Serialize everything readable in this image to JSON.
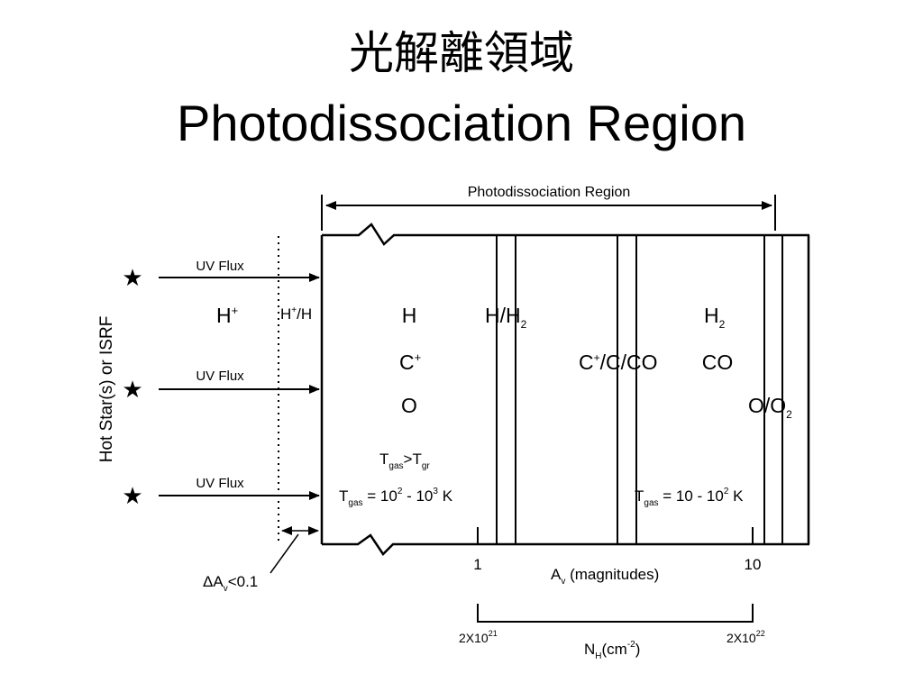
{
  "title": {
    "chinese": "光解離領域",
    "english": "Photodissociation Region"
  },
  "diagram": {
    "pdr_arrow_label": "Photodissociation Region",
    "source_axis_label": "Hot Star(s) or ISRF",
    "uv_flux_labels": [
      "UV Flux",
      "UV Flux",
      "UV Flux"
    ],
    "star_glyph": "★",
    "zones": {
      "h_plus": "H",
      "h_plus_sup": "+",
      "h_plus_h_prefix": "H",
      "h_plus_h_sup": "+",
      "h_plus_h_suffix": "/H",
      "h_atomic": "H",
      "c_plus_base": "C",
      "c_plus_sup": "+",
      "o_atomic": "O",
      "h_h2_prefix": "H/H",
      "h_h2_sub": "2",
      "c_c_co_prefix": "C",
      "c_c_co_sup": "+",
      "c_c_co_suffix": "/C/CO",
      "h2_base": "H",
      "h2_sub": "2",
      "co": "CO",
      "o_o2_prefix": "O/O",
      "o_o2_sub": "2"
    },
    "temperatures": {
      "tgas_gt_tgr": {
        "t": "T",
        "gas": "gas",
        "gt": ">T",
        "gr": "gr"
      },
      "hot": {
        "t": "T",
        "gas": "gas",
        "eq": " = 10",
        "exp1": "2",
        "dash": " - 10",
        "exp2": "3",
        "unit": " K"
      },
      "cold": {
        "t": "T",
        "gas": "gas",
        "eq": " = 10 - 10",
        "exp": "2",
        "unit": " K"
      }
    },
    "delta_av": {
      "delta": "ΔA",
      "sub": "v",
      "rest": "<0.1"
    },
    "av_axis": {
      "tick_1": "1",
      "tick_10": "10",
      "label_a": "A",
      "label_sub": "v",
      "label_rest": " (magnitudes)"
    },
    "nh_axis": {
      "left_base": "2X10",
      "left_exp": "21",
      "right_base": "2X10",
      "right_exp": "22",
      "label_n": "N",
      "label_sub": "H",
      "label_mid": "(cm",
      "label_exp": "-2",
      "label_end": ")"
    }
  }
}
